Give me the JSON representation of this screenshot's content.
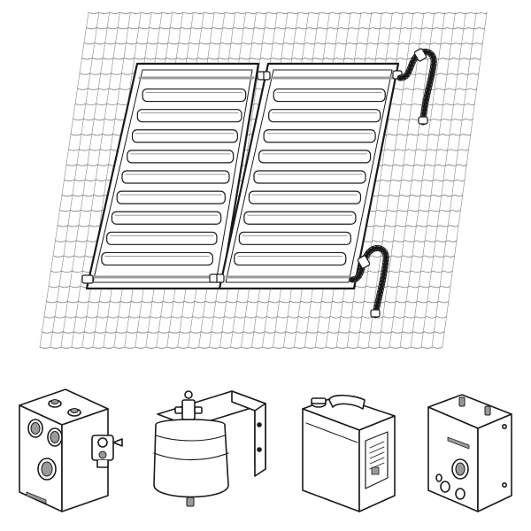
{
  "diagram": {
    "components": [
      {
        "id": "roof",
        "name": "tiled-roof"
      },
      {
        "id": "collector-left",
        "name": "flat-plate-solar-collector"
      },
      {
        "id": "collector-right",
        "name": "flat-plate-solar-collector"
      },
      {
        "id": "hose-top",
        "name": "flexible-connection-hose"
      },
      {
        "id": "hose-bottom",
        "name": "flexible-connection-hose"
      },
      {
        "id": "pump-station",
        "name": "solar-pump-station"
      },
      {
        "id": "expansion-vessel",
        "name": "expansion-vessel-with-bracket"
      },
      {
        "id": "fluid-canister",
        "name": "heat-transfer-fluid-canister"
      },
      {
        "id": "controller",
        "name": "solar-controller"
      }
    ],
    "collector_count": 2,
    "absorber_tubes_per_collector": 9,
    "colors": {
      "line": "#1a1a1a",
      "fill": "#ffffff",
      "shade": "#9a9a9a",
      "roof_line": "#8a8a8a"
    }
  }
}
